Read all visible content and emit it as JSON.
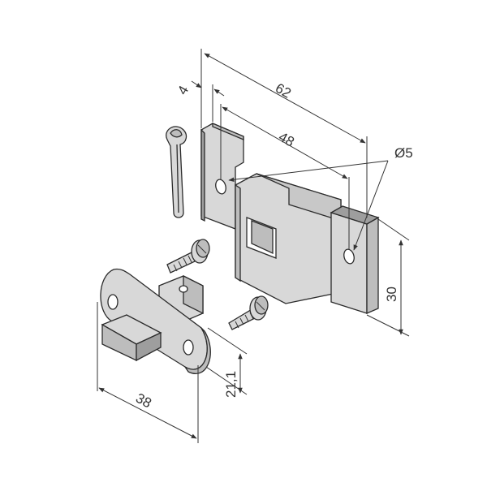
{
  "dimensions": {
    "width_total": "62",
    "thickness": "4",
    "hole_spacing": "48",
    "hole_diameter": "Ø5",
    "height": "30",
    "offset": "21,1",
    "base_width": "38"
  },
  "colors": {
    "part_light": "#d8d8d8",
    "part_mid": "#bdbdbd",
    "part_dark": "#9e9e9e",
    "line": "#333333"
  },
  "icons": [
    "split-pin-icon",
    "screw-icon",
    "bracket-icon",
    "bearing-icon"
  ]
}
